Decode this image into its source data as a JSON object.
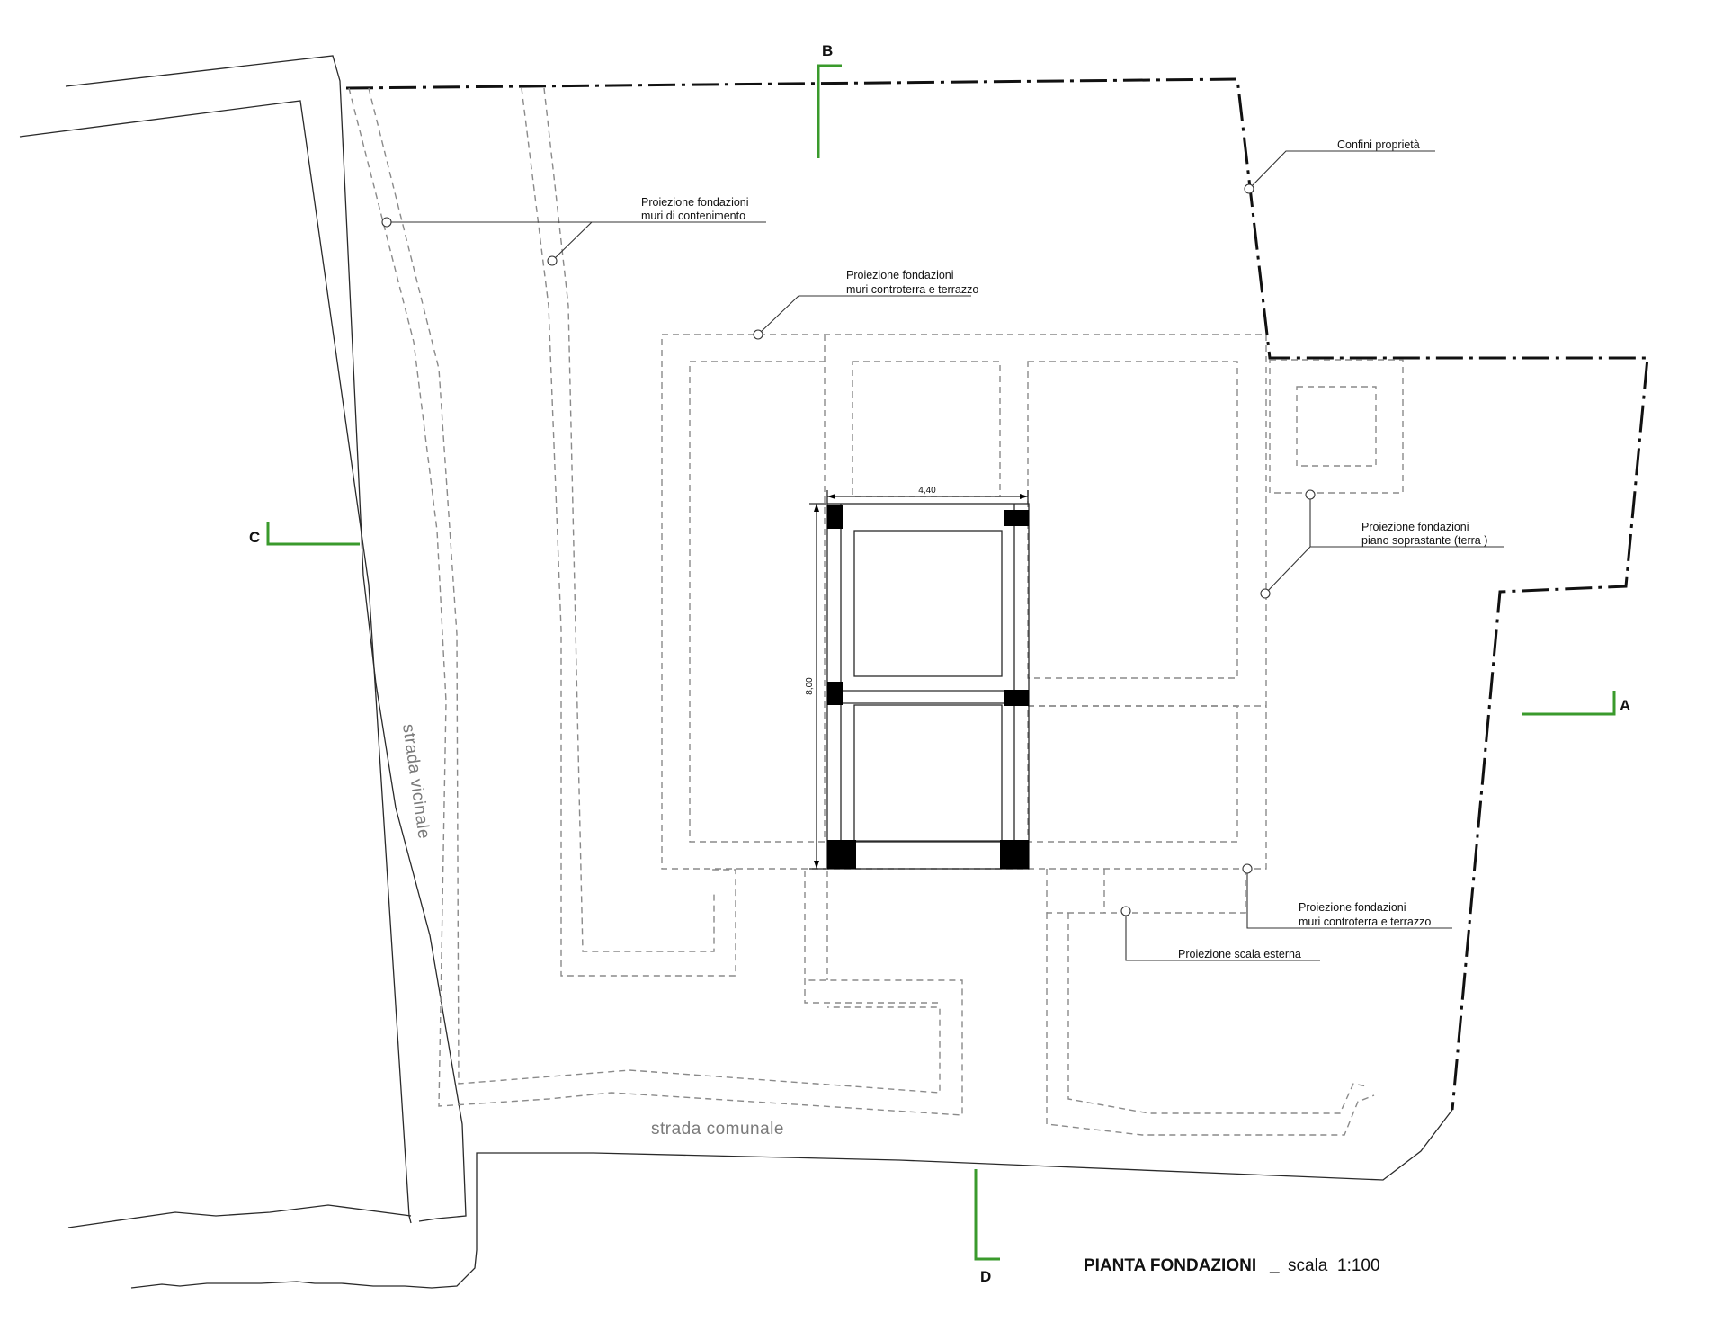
{
  "drawing": {
    "title": "PIANTA FONDAZIONI",
    "scale_separator": "_",
    "scale_label": "scala",
    "scale_value": "1:100"
  },
  "sections": {
    "a": "A",
    "b": "B",
    "c": "C",
    "d": "D"
  },
  "roads": {
    "vicinale": "strada  vicinale",
    "comunale": "strada comunale"
  },
  "annotations": {
    "confini": "Confini proprietà",
    "contenimento_line1": "Proiezione fondazioni",
    "contenimento_line2": "muri  di contenimento",
    "controterra_top_line1": "Proiezione fondazioni",
    "controterra_top_line2": "muri controterra e terrazzo",
    "soprastante_line1": "Proiezione fondazioni",
    "soprastante_line2": "piano soprastante     (terra )",
    "controterra_bottom_line1": "Proiezione fondazioni",
    "controterra_bottom_line2": "muri controterra e terrazzo",
    "scala_esterna": "Proiezione scala     esterna"
  },
  "dimensions": {
    "width": "4,40",
    "height": "8,00"
  },
  "colors": {
    "section_marker": "#3a9a2c",
    "property_line": "#111111",
    "foundation_projection": "#8a8a8a",
    "column": "#000000"
  }
}
